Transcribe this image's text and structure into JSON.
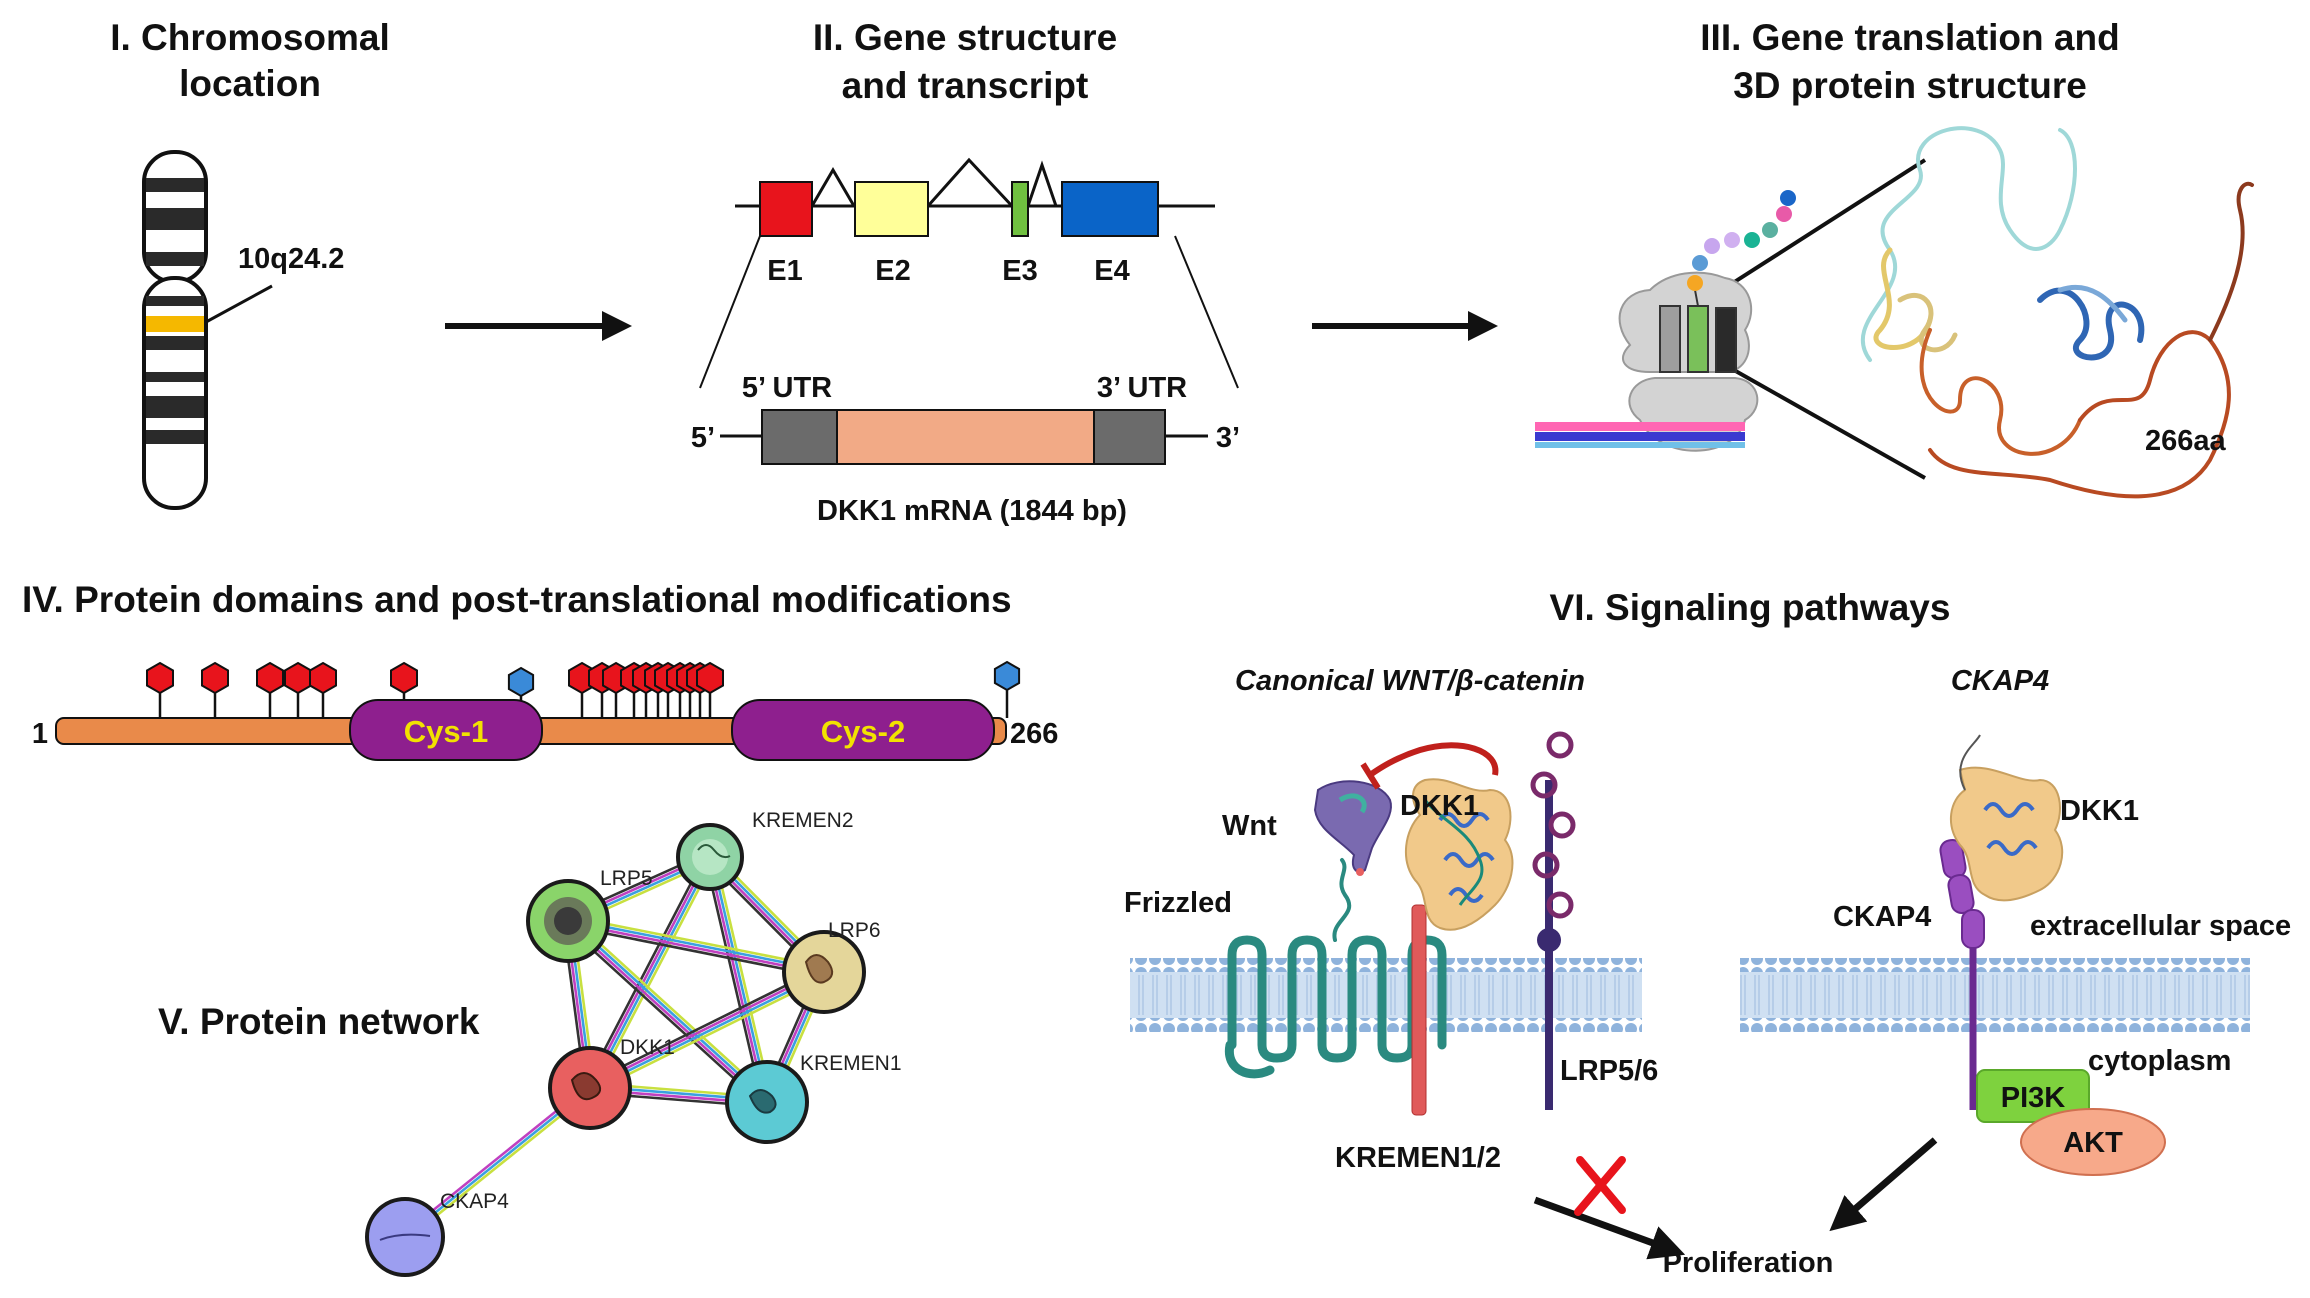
{
  "sections": {
    "s1_line1": "I. Chromosomal",
    "s1_line2": "location",
    "s2_line1": "II. Gene structure",
    "s2_line2": "and transcript",
    "s3_line1": "III. Gene translation and",
    "s3_line2": "3D protein structure",
    "s4": "IV. Protein domains and post-translational modifications",
    "s5": "V. Protein network",
    "s6": "VI. Signaling pathways"
  },
  "chromosome": {
    "locus": "10q24.2",
    "band_color": "#f5b800"
  },
  "gene": {
    "exons": [
      {
        "label": "E1",
        "color": "#e8141c"
      },
      {
        "label": "E2",
        "color": "#ffff99"
      },
      {
        "label": "E3",
        "color": "#70c040"
      },
      {
        "label": "E4",
        "color": "#0a64c8"
      }
    ],
    "utr5": "5’ UTR",
    "utr3": "3’ UTR",
    "end5": "5’",
    "end3": "3’",
    "mrna_label": "DKK1 mRNA (1844 bp)"
  },
  "protein": {
    "length_label": "266aa",
    "start": "1",
    "end": "266",
    "domain1": "Cys-1",
    "domain2": "Cys-2"
  },
  "network": {
    "nodes": [
      {
        "name": "KREMEN2",
        "color": "#8fd3a5"
      },
      {
        "name": "LRP5",
        "color": "#8ad46a"
      },
      {
        "name": "LRP6",
        "color": "#e4d69a"
      },
      {
        "name": "DKK1",
        "color": "#e86060"
      },
      {
        "name": "KREMEN1",
        "color": "#5ccad4"
      },
      {
        "name": "CKAP4",
        "color": "#9c9ef0"
      }
    ]
  },
  "pathways": {
    "canonical_title": "Canonical WNT/β-catenin",
    "ckap4_title": "CKAP4",
    "wnt": "Wnt",
    "dkk1": "DKK1",
    "frizzled": "Frizzled",
    "kremen": "KREMEN1/2",
    "lrp": "LRP5/6",
    "ckap4": "CKAP4",
    "extracellular": "extracellular space",
    "cytoplasm": "cytoplasm",
    "pi3k": "PI3K",
    "akt": "AKT",
    "proliferation": "Proliferation"
  }
}
